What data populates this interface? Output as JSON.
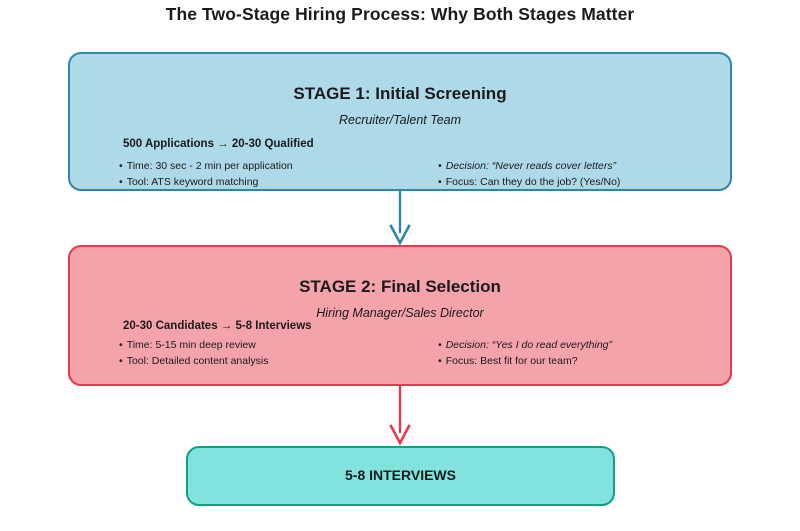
{
  "title": "The Two-Stage Hiring Process: Why Both Stages Matter",
  "colors": {
    "stage1_fill": "#aed9e8",
    "stage1_border": "#2e86ab",
    "stage2_fill": "#f5a3ab",
    "stage2_border": "#e63950",
    "outcome_fill": "#82e2dd",
    "outcome_border": "#11a080"
  },
  "stage1": {
    "heading": "STAGE 1: Initial Screening",
    "subheading": "Recruiter/Talent Team",
    "flow": "500 Applications  →  20-30 Qualified",
    "left_bullets": [
      "Time: 30 sec - 2 min per application",
      "Tool: ATS keyword matching"
    ],
    "right_bullets": [
      "Decision: “Never reads cover letters”",
      "Focus: Can they do the job? (Yes/No)"
    ]
  },
  "stage2": {
    "heading": "STAGE 2: Final Selection",
    "subheading": "Hiring Manager/Sales Director",
    "flow": "20-30 Candidates  →  5-8 Interviews",
    "left_bullets": [
      "Time: 5-15 min deep review",
      "Tool: Detailed content analysis"
    ],
    "right_bullets": [
      "Decision: “Yes I do read everything”",
      "Focus: Best fit for our team?"
    ]
  },
  "outcome": {
    "label": "5-8 INTERVIEWS"
  },
  "arrows": [
    {
      "name": "stage1-to-stage2",
      "color": "#2e86ab"
    },
    {
      "name": "stage2-to-outcome",
      "color": "#e63950"
    }
  ]
}
